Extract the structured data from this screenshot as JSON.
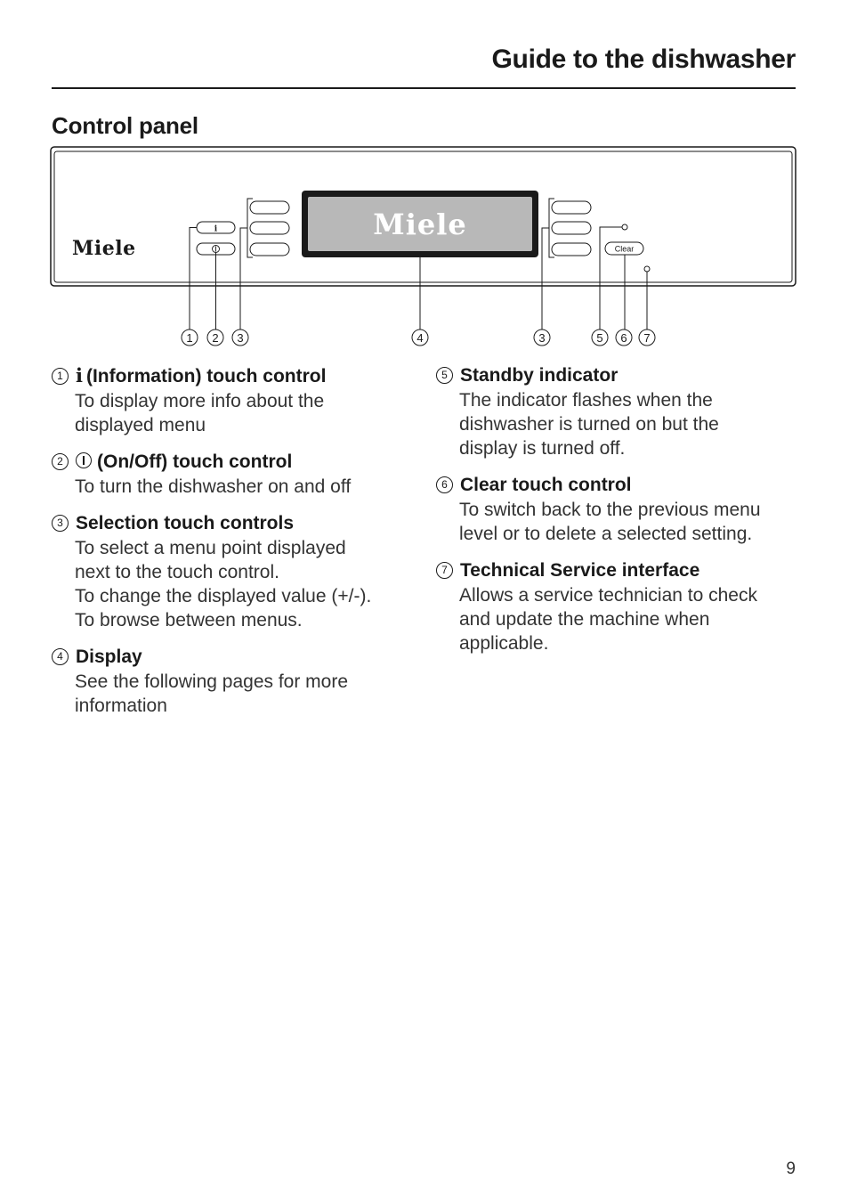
{
  "header": {
    "title": "Guide to the dishwasher"
  },
  "section": {
    "title": "Control panel"
  },
  "panel": {
    "brand_logo_text": "Miele",
    "display_logo_text": "Miele",
    "clear_button_label": "Clear",
    "info_button_icon": "info-icon",
    "power_button_icon": "power-icon",
    "callouts": [
      "1",
      "2",
      "3",
      "4",
      "3",
      "5",
      "6",
      "7"
    ]
  },
  "items": [
    {
      "num": "1",
      "symbol": "i",
      "title": "(Information) touch control",
      "lines": [
        "To display more info about the",
        "displayed menu"
      ]
    },
    {
      "num": "2",
      "symbol_icon": "power-icon",
      "title": "(On/Off) touch control",
      "lines": [
        "To turn the dishwasher on and off"
      ]
    },
    {
      "num": "3",
      "title": "Selection touch controls",
      "lines": [
        "To select a menu point displayed",
        "next to the touch control.",
        "To change the displayed value (+/-).",
        "To browse between menus."
      ]
    },
    {
      "num": "4",
      "title": "Display",
      "lines": [
        "See the following pages for more",
        "information"
      ]
    },
    {
      "num": "5",
      "title": "Standby indicator",
      "lines": [
        "The indicator flashes when the",
        "dishwasher is turned on but the",
        "display is turned off."
      ]
    },
    {
      "num": "6",
      "title": "Clear touch control",
      "lines": [
        "To switch back to the previous menu",
        "level or to delete a selected setting."
      ]
    },
    {
      "num": "7",
      "title": "Technical Service interface",
      "lines": [
        "Allows a service technician to check",
        "and update the machine when",
        "applicable."
      ]
    }
  ],
  "footer": {
    "page_number": "9"
  }
}
